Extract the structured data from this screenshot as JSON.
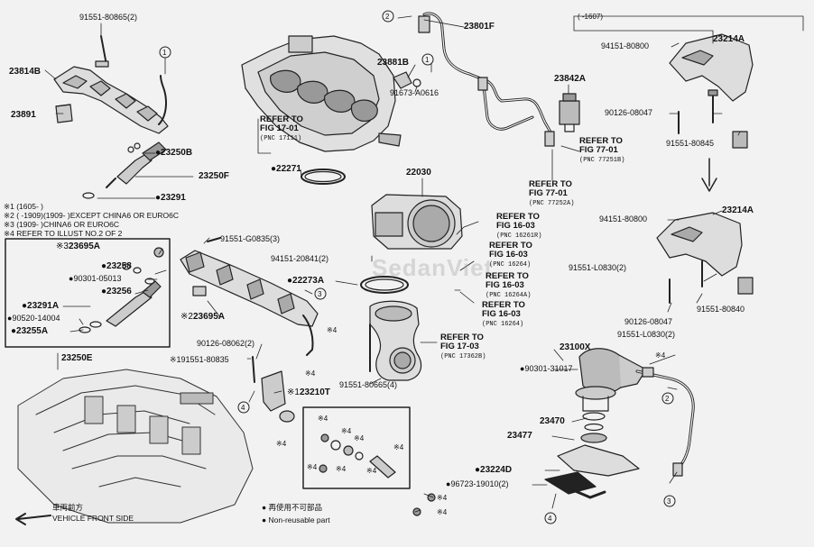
{
  "labels": {
    "p91551_80865": "91551-80865(2)",
    "p23814B": "23814B",
    "p23891": "23891",
    "p23250B": "23250B",
    "p23250F": "23250F",
    "p23291_top": "23291",
    "p22271": "22271",
    "p23881B": "23881B",
    "p23801F": "23801F",
    "p91673_A0616": "91673-A0616",
    "p23842A": "23842A",
    "p23214A_top": "23214A",
    "p94151_80800_top": "94151-80800",
    "p90126_08047_top": "90126-08047",
    "p91551_80845": "91551-80845",
    "p22030": "22030",
    "p94151_80800_bot": "94151-80800",
    "p23214A_bot": "23214A",
    "p91551_L0830_2a": "91551-L0830(2)",
    "p91551_80840": "91551-80840",
    "p90126_08047_bot": "90126-08047",
    "p91551_L0830_2b": "91551-L0830(2)",
    "p23695A_box": "23695A",
    "p23258": "23258",
    "p90301_05013": "90301-05013",
    "p23256": "23256",
    "p23291_box": "23291A",
    "p90520_14004": "90520-14004",
    "p23255A": "23255A",
    "p91551_G0835": "91551-G0835(3)",
    "p94151_20841": "94151-20841(2)",
    "p22273A": "22273A",
    "p23695A_mid": "23695A",
    "p90126_08062": "90126-08062(2)",
    "p91551_80835": "91551-80835",
    "p23210T": "23210T",
    "p23250E": "23250E",
    "p91551_80665": "91551-80665(4)",
    "p23100X": "23100X",
    "p90301_31017": "90301-31017",
    "p23470": "23470",
    "p23477": "23477",
    "p23224D": "23224D",
    "p96723_19010": "96723-19010(2)"
  },
  "markers": {
    "dot": "●",
    "star1": "※1",
    "star2": "※2",
    "star3": "※3",
    "star4": "※4"
  },
  "callouts": [
    "1",
    "2",
    "3",
    "4"
  ],
  "refs": {
    "r17_01_line1": "REFER TO",
    "r17_01_line2": "FIG 17-01",
    "r17_01_pnc": "(PNC 17111)",
    "r77_01a_line1": "REFER TO",
    "r77_01a_line2": "FIG 77-01",
    "r77_01a_pnc": "(PNC 77251B)",
    "r77_01b_line1": "REFER TO",
    "r77_01b_line2": "FIG 77-01",
    "r77_01b_pnc": "(PNC 77252A)",
    "r16_03a_line1": "REFER TO",
    "r16_03a_line2": "FIG 16-03",
    "r16_03a_pnc": "(PNC 16261R)",
    "r16_03b_line1": "REFER TO",
    "r16_03b_line2": "FIG 16-03",
    "r16_03b_pnc": "(PNC 16264)",
    "r16_03c_line1": "REFER TO",
    "r16_03c_line2": "FIG 16-03",
    "r16_03c_pnc": "(PNC 16264A)",
    "r16_03d_line1": "REFER TO",
    "r16_03d_line2": "FIG 16-03",
    "r16_03d_pnc": "(PNC 16264)",
    "r17_03_line1": "REFER TO",
    "r17_03_line2": "FIG 17-03",
    "r17_03_pnc": "(PNC 17362B)"
  },
  "notes": {
    "n1": "※1 (1605-      )",
    "n2": "※2 (      -1909)(1909-      )EXCEPT CHINA6 OR EURO6C",
    "n3": "※3 (1909-      )CHINA6 OR EURO6C",
    "n4": "※4 REFER TO ILLUST NO.2 OF 2"
  },
  "date_range": "(      -1607)",
  "legend": {
    "reuse_jp": "再使用不可部品",
    "reuse_en": "Non-reusable part"
  },
  "front": {
    "jp": "車両前方",
    "en": "VEHICLE FRONT SIDE"
  },
  "watermark": "SedanViet"
}
